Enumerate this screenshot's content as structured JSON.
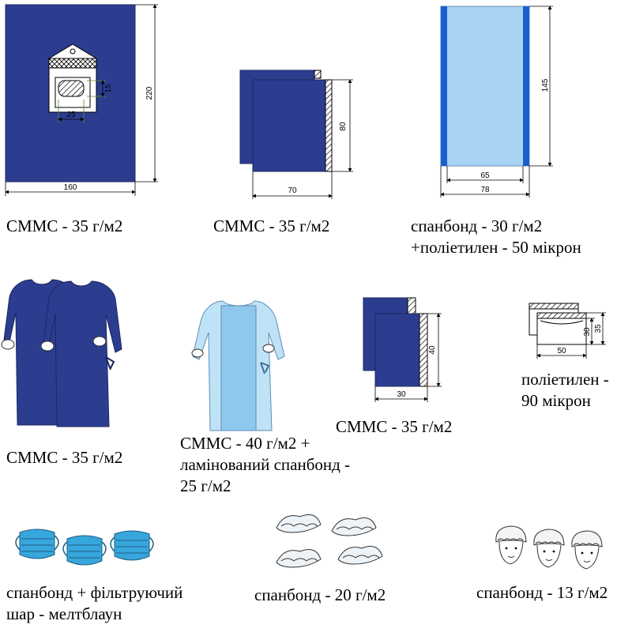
{
  "colors": {
    "smms_blue": "#2c3d90",
    "smms_dark": "#1f2f7a",
    "spunbond_light": "#a9d3f2",
    "spunbond_edge": "#1a5fd0",
    "gown_light": "#bfe2f6",
    "gown_mid": "#8fc8ec",
    "mask_blue": "#37a6dc"
  },
  "items": {
    "drape_window": {
      "dim_height": "220",
      "dim_width": "160",
      "dim_window_h": "15",
      "dim_window_w": "25",
      "caption": [
        "СММС - 35 г/м2"
      ]
    },
    "drape_pair_70": {
      "dim_height": "80",
      "dim_width": "70",
      "caption": [
        "СММС - 35 г/м2"
      ]
    },
    "cover_145": {
      "dim_height": "145",
      "dim_inner_width": "65",
      "dim_outer_width": "78",
      "caption": [
        "спанбонд - 30 г/м2",
        "+поліетилен - 50 мікрон"
      ]
    },
    "gowns_dark": {
      "caption": [
        "СММС - 35 г/м2"
      ]
    },
    "gown_light": {
      "caption": [
        "СММС - 40 г/м2 +",
        "ламінований спанбонд -",
        "25 г/м2"
      ]
    },
    "drape_pair_30": {
      "dim_height": "40",
      "dim_width": "30",
      "caption": [
        "СММС - 35 г/м2"
      ]
    },
    "bags": {
      "dim_height_inner": "30",
      "dim_height_outer": "35",
      "dim_width": "50",
      "caption": [
        "поліетилен -",
        "90 мікрон"
      ]
    },
    "masks": {
      "caption": [
        "спанбонд + фільтруючий",
        "шар - мелтблаун"
      ]
    },
    "shoe_covers": {
      "caption": [
        "спанбонд - 20 г/м2"
      ]
    },
    "caps": {
      "caption": [
        "спанбонд - 13 г/м2"
      ]
    }
  }
}
